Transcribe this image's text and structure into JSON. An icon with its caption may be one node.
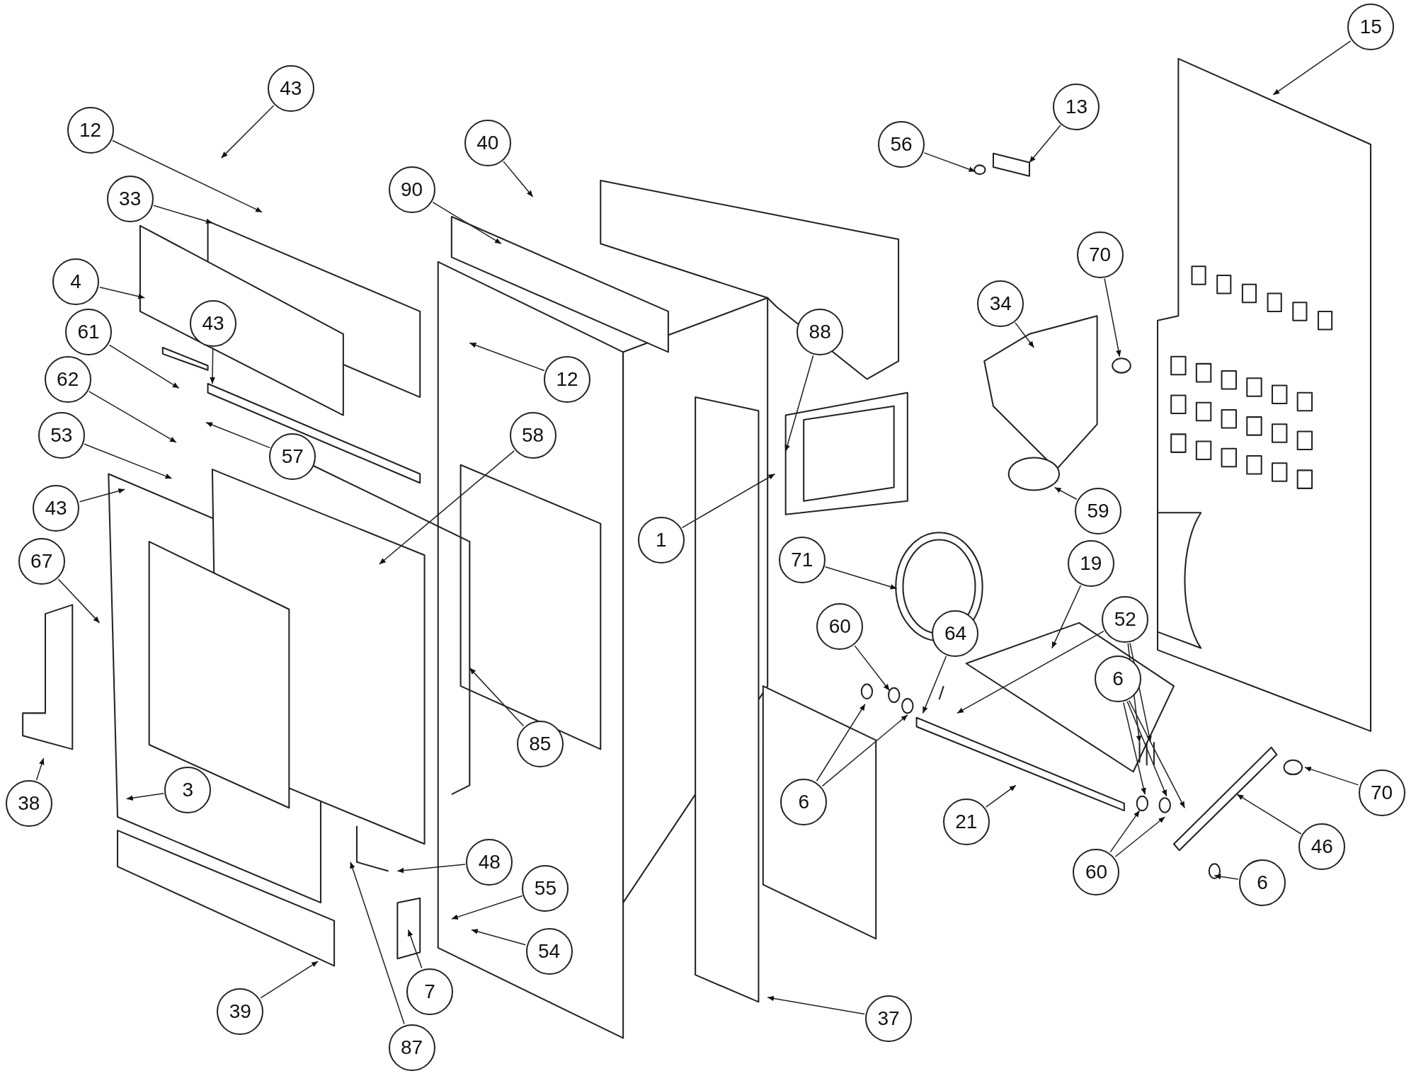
{
  "diagram": {
    "nodes": [
      {
        "text": [
          "15"
        ]
      },
      {
        "text": [
          "13"
        ]
      },
      {
        "text": [
          "56"
        ]
      },
      {
        "text": [
          "43"
        ]
      },
      {
        "text": [
          "12"
        ]
      },
      {
        "text": [
          "40"
        ]
      },
      {
        "text": [
          "90"
        ]
      },
      {
        "text": [
          "33"
        ]
      },
      {
        "text": [
          "4"
        ]
      },
      {
        "text": [
          "43"
        ]
      },
      {
        "text": [
          "12"
        ]
      },
      {
        "text": [
          "88"
        ]
      },
      {
        "text": [
          "70"
        ]
      },
      {
        "text": [
          "34"
        ]
      },
      {
        "text": [
          "61"
        ]
      },
      {
        "text": [
          "62"
        ]
      },
      {
        "text": [
          "58"
        ]
      },
      {
        "text": [
          "57"
        ]
      },
      {
        "text": [
          "53"
        ]
      },
      {
        "text": [
          "43"
        ]
      },
      {
        "text": [
          "1"
        ]
      },
      {
        "text": [
          "59"
        ]
      },
      {
        "text": [
          "19"
        ]
      },
      {
        "text": [
          "71"
        ]
      },
      {
        "text": [
          "52"
        ]
      },
      {
        "text": [
          "67"
        ]
      },
      {
        "text": [
          "60"
        ]
      },
      {
        "text": [
          "64"
        ]
      },
      {
        "text": [
          "6"
        ]
      },
      {
        "text": [
          "85"
        ]
      },
      {
        "text": [
          "6"
        ]
      },
      {
        "text": [
          "3"
        ]
      },
      {
        "text": [
          "70"
        ]
      },
      {
        "text": [
          "21"
        ]
      },
      {
        "text": [
          "46"
        ]
      },
      {
        "text": [
          "38"
        ]
      },
      {
        "text": [
          "48"
        ]
      },
      {
        "text": [
          "60"
        ]
      },
      {
        "text": [
          "6"
        ]
      },
      {
        "text": [
          "55"
        ]
      },
      {
        "text": [
          "54"
        ]
      },
      {
        "text": [
          "39"
        ]
      },
      {
        "text": [
          "7"
        ]
      },
      {
        "text": [
          "87"
        ]
      },
      {
        "text": [
          "37"
        ]
      }
    ],
    "edges": [
      {
        "from": 0,
        "to": null,
        "arrow": "to"
      },
      {
        "from": 1,
        "to": null,
        "arrow": "to"
      },
      {
        "from": 2,
        "to": null,
        "arrow": "to"
      },
      {
        "from": 3,
        "to": null,
        "arrow": "to"
      },
      {
        "from": 4,
        "to": null,
        "arrow": "to"
      },
      {
        "from": 5,
        "to": null,
        "arrow": "to"
      },
      {
        "from": 6,
        "to": null,
        "arrow": "to"
      },
      {
        "from": 7,
        "to": null,
        "arrow": "to"
      },
      {
        "from": 8,
        "to": null,
        "arrow": "to"
      },
      {
        "from": 9,
        "to": null,
        "arrow": "to"
      },
      {
        "from": 10,
        "to": null,
        "arrow": "to"
      },
      {
        "from": 11,
        "to": null,
        "arrow": "to"
      },
      {
        "from": 12,
        "to": null,
        "arrow": "to"
      },
      {
        "from": 13,
        "to": null,
        "arrow": "to"
      },
      {
        "from": 14,
        "to": null,
        "arrow": "to"
      },
      {
        "from": 15,
        "to": null,
        "arrow": "to"
      },
      {
        "from": 16,
        "to": null,
        "arrow": "to"
      },
      {
        "from": 17,
        "to": null,
        "arrow": "to"
      },
      {
        "from": 18,
        "to": null,
        "arrow": "to"
      },
      {
        "from": 19,
        "to": null,
        "arrow": "to"
      },
      {
        "from": 20,
        "to": null,
        "arrow": "to"
      },
      {
        "from": 21,
        "to": null,
        "arrow": "to"
      },
      {
        "from": 22,
        "to": null,
        "arrow": "to"
      },
      {
        "from": 23,
        "to": null,
        "arrow": "to"
      },
      {
        "from": 24,
        "to": null,
        "arrow": "to"
      },
      {
        "from": 24,
        "to": null,
        "arrow": "to"
      },
      {
        "from": 24,
        "to": null,
        "arrow": "to"
      },
      {
        "from": 25,
        "to": null,
        "arrow": "to"
      },
      {
        "from": 26,
        "to": null,
        "arrow": "to"
      },
      {
        "from": 27,
        "to": null,
        "arrow": "to"
      },
      {
        "from": 28,
        "to": null,
        "arrow": "to"
      },
      {
        "from": 28,
        "to": null,
        "arrow": "to"
      },
      {
        "from": 28,
        "to": null,
        "arrow": "to"
      },
      {
        "from": 29,
        "to": null,
        "arrow": "to"
      },
      {
        "from": 30,
        "to": null,
        "arrow": "to"
      },
      {
        "from": 30,
        "to": null,
        "arrow": "to"
      },
      {
        "from": 31,
        "to": null,
        "arrow": "to"
      },
      {
        "from": 32,
        "to": null,
        "arrow": "to"
      },
      {
        "from": 33,
        "to": null,
        "arrow": "to"
      },
      {
        "from": 34,
        "to": null,
        "arrow": "to"
      },
      {
        "from": 35,
        "to": null,
        "arrow": "to"
      },
      {
        "from": 36,
        "to": null,
        "arrow": "to"
      },
      {
        "from": 37,
        "to": null,
        "arrow": "to"
      },
      {
        "from": 37,
        "to": null,
        "arrow": "to"
      },
      {
        "from": 38,
        "to": null,
        "arrow": "to"
      },
      {
        "from": 39,
        "to": null,
        "arrow": "to"
      },
      {
        "from": 40,
        "to": null,
        "arrow": "to"
      },
      {
        "from": 41,
        "to": null,
        "arrow": "to"
      },
      {
        "from": 42,
        "to": null,
        "arrow": "to"
      },
      {
        "from": 43,
        "to": null,
        "arrow": "to"
      },
      {
        "from": 44,
        "to": null,
        "arrow": "to"
      }
    ]
  }
}
